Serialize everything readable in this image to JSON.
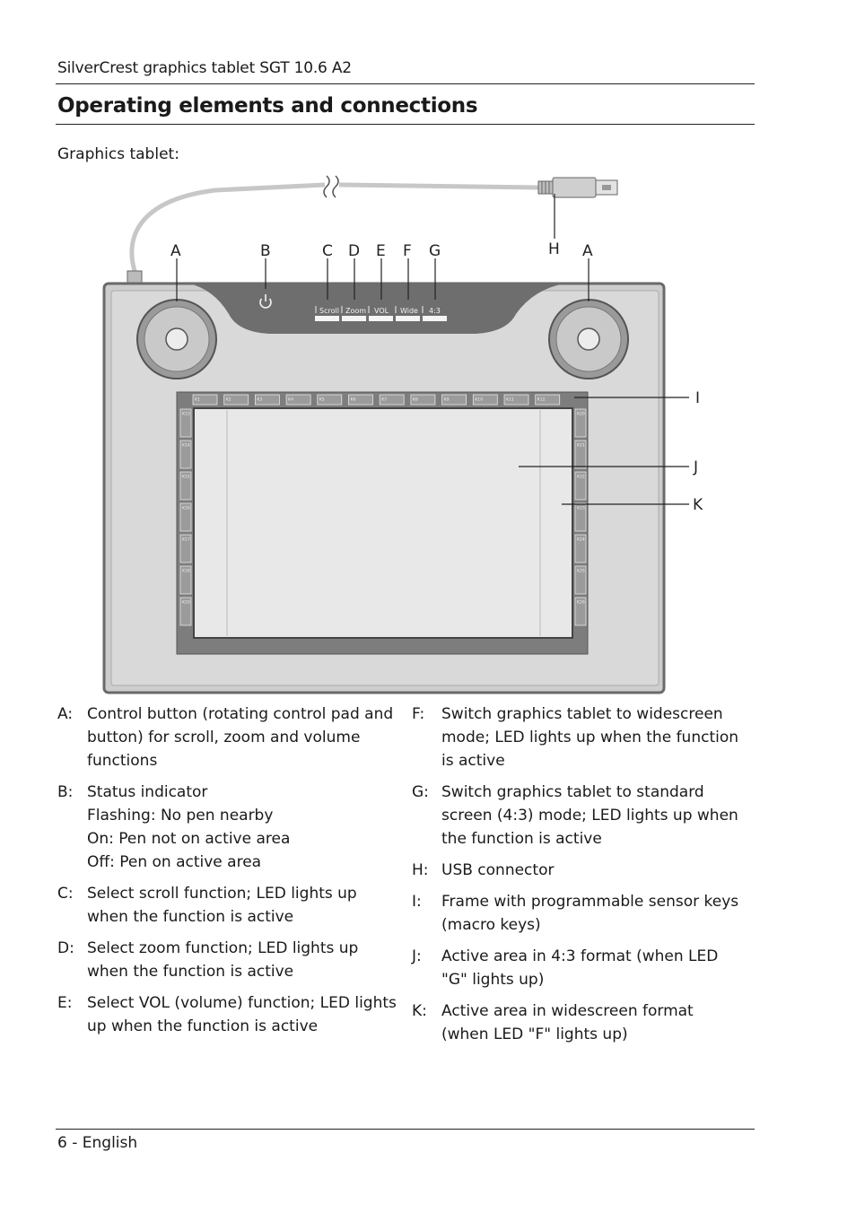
{
  "header": {
    "product": "SilverCrest graphics tablet SGT 10.6 A2",
    "section_title": "Operating elements and connections",
    "caption": "Graphics tablet:"
  },
  "diagram": {
    "callouts": [
      "A",
      "B",
      "C",
      "D",
      "E",
      "F",
      "G",
      "H",
      "A",
      "I",
      "J",
      "K"
    ],
    "button_labels": [
      "Scroll",
      "Zoom",
      "VOL",
      "Wide",
      "4:3"
    ],
    "top_keys": [
      "K1",
      "K2",
      "K3",
      "K4",
      "K5",
      "K6",
      "K7",
      "K8",
      "K9",
      "K10",
      "K11",
      "K12"
    ],
    "left_keys": [
      "K13",
      "K14",
      "K15",
      "K16",
      "K17",
      "K18",
      "K19"
    ],
    "right_keys": [
      "K20",
      "K21",
      "K22",
      "K23",
      "K24",
      "K25",
      "K26"
    ]
  },
  "legend_left": [
    {
      "key": "A:",
      "lines": [
        "Control button (rotating control pad and button) for scroll, zoom and volume functions"
      ]
    },
    {
      "key": "B:",
      "lines": [
        "Status indicator",
        "Flashing: No pen nearby",
        "On: Pen not on active area",
        "Off: Pen on active area"
      ]
    },
    {
      "key": "C:",
      "lines": [
        "Select scroll function; LED lights up when the function is active"
      ]
    },
    {
      "key": "D:",
      "lines": [
        "Select zoom function; LED lights up when the function is active"
      ]
    },
    {
      "key": "E:",
      "lines": [
        "Select VOL (volume) function; LED lights up when the function is active"
      ]
    }
  ],
  "legend_right": [
    {
      "key": "F:",
      "lines": [
        "Switch graphics tablet to widescreen mode; LED lights up when the function is active"
      ]
    },
    {
      "key": "G:",
      "lines": [
        "Switch graphics tablet to standard screen (4:3) mode; LED lights up when the function is active"
      ]
    },
    {
      "key": "H:",
      "lines": [
        "USB connector"
      ]
    },
    {
      "key": "I:",
      "lines": [
        "Frame with programmable sensor keys (macro keys)"
      ]
    },
    {
      "key": "J:",
      "lines": [
        "Active area in 4:3 format (when LED \"G\" lights up)"
      ]
    },
    {
      "key": "K:",
      "lines": [
        "Active area in widescreen format (when LED \"F\" lights up)"
      ]
    }
  ],
  "footer": {
    "page": "6  -  English"
  }
}
